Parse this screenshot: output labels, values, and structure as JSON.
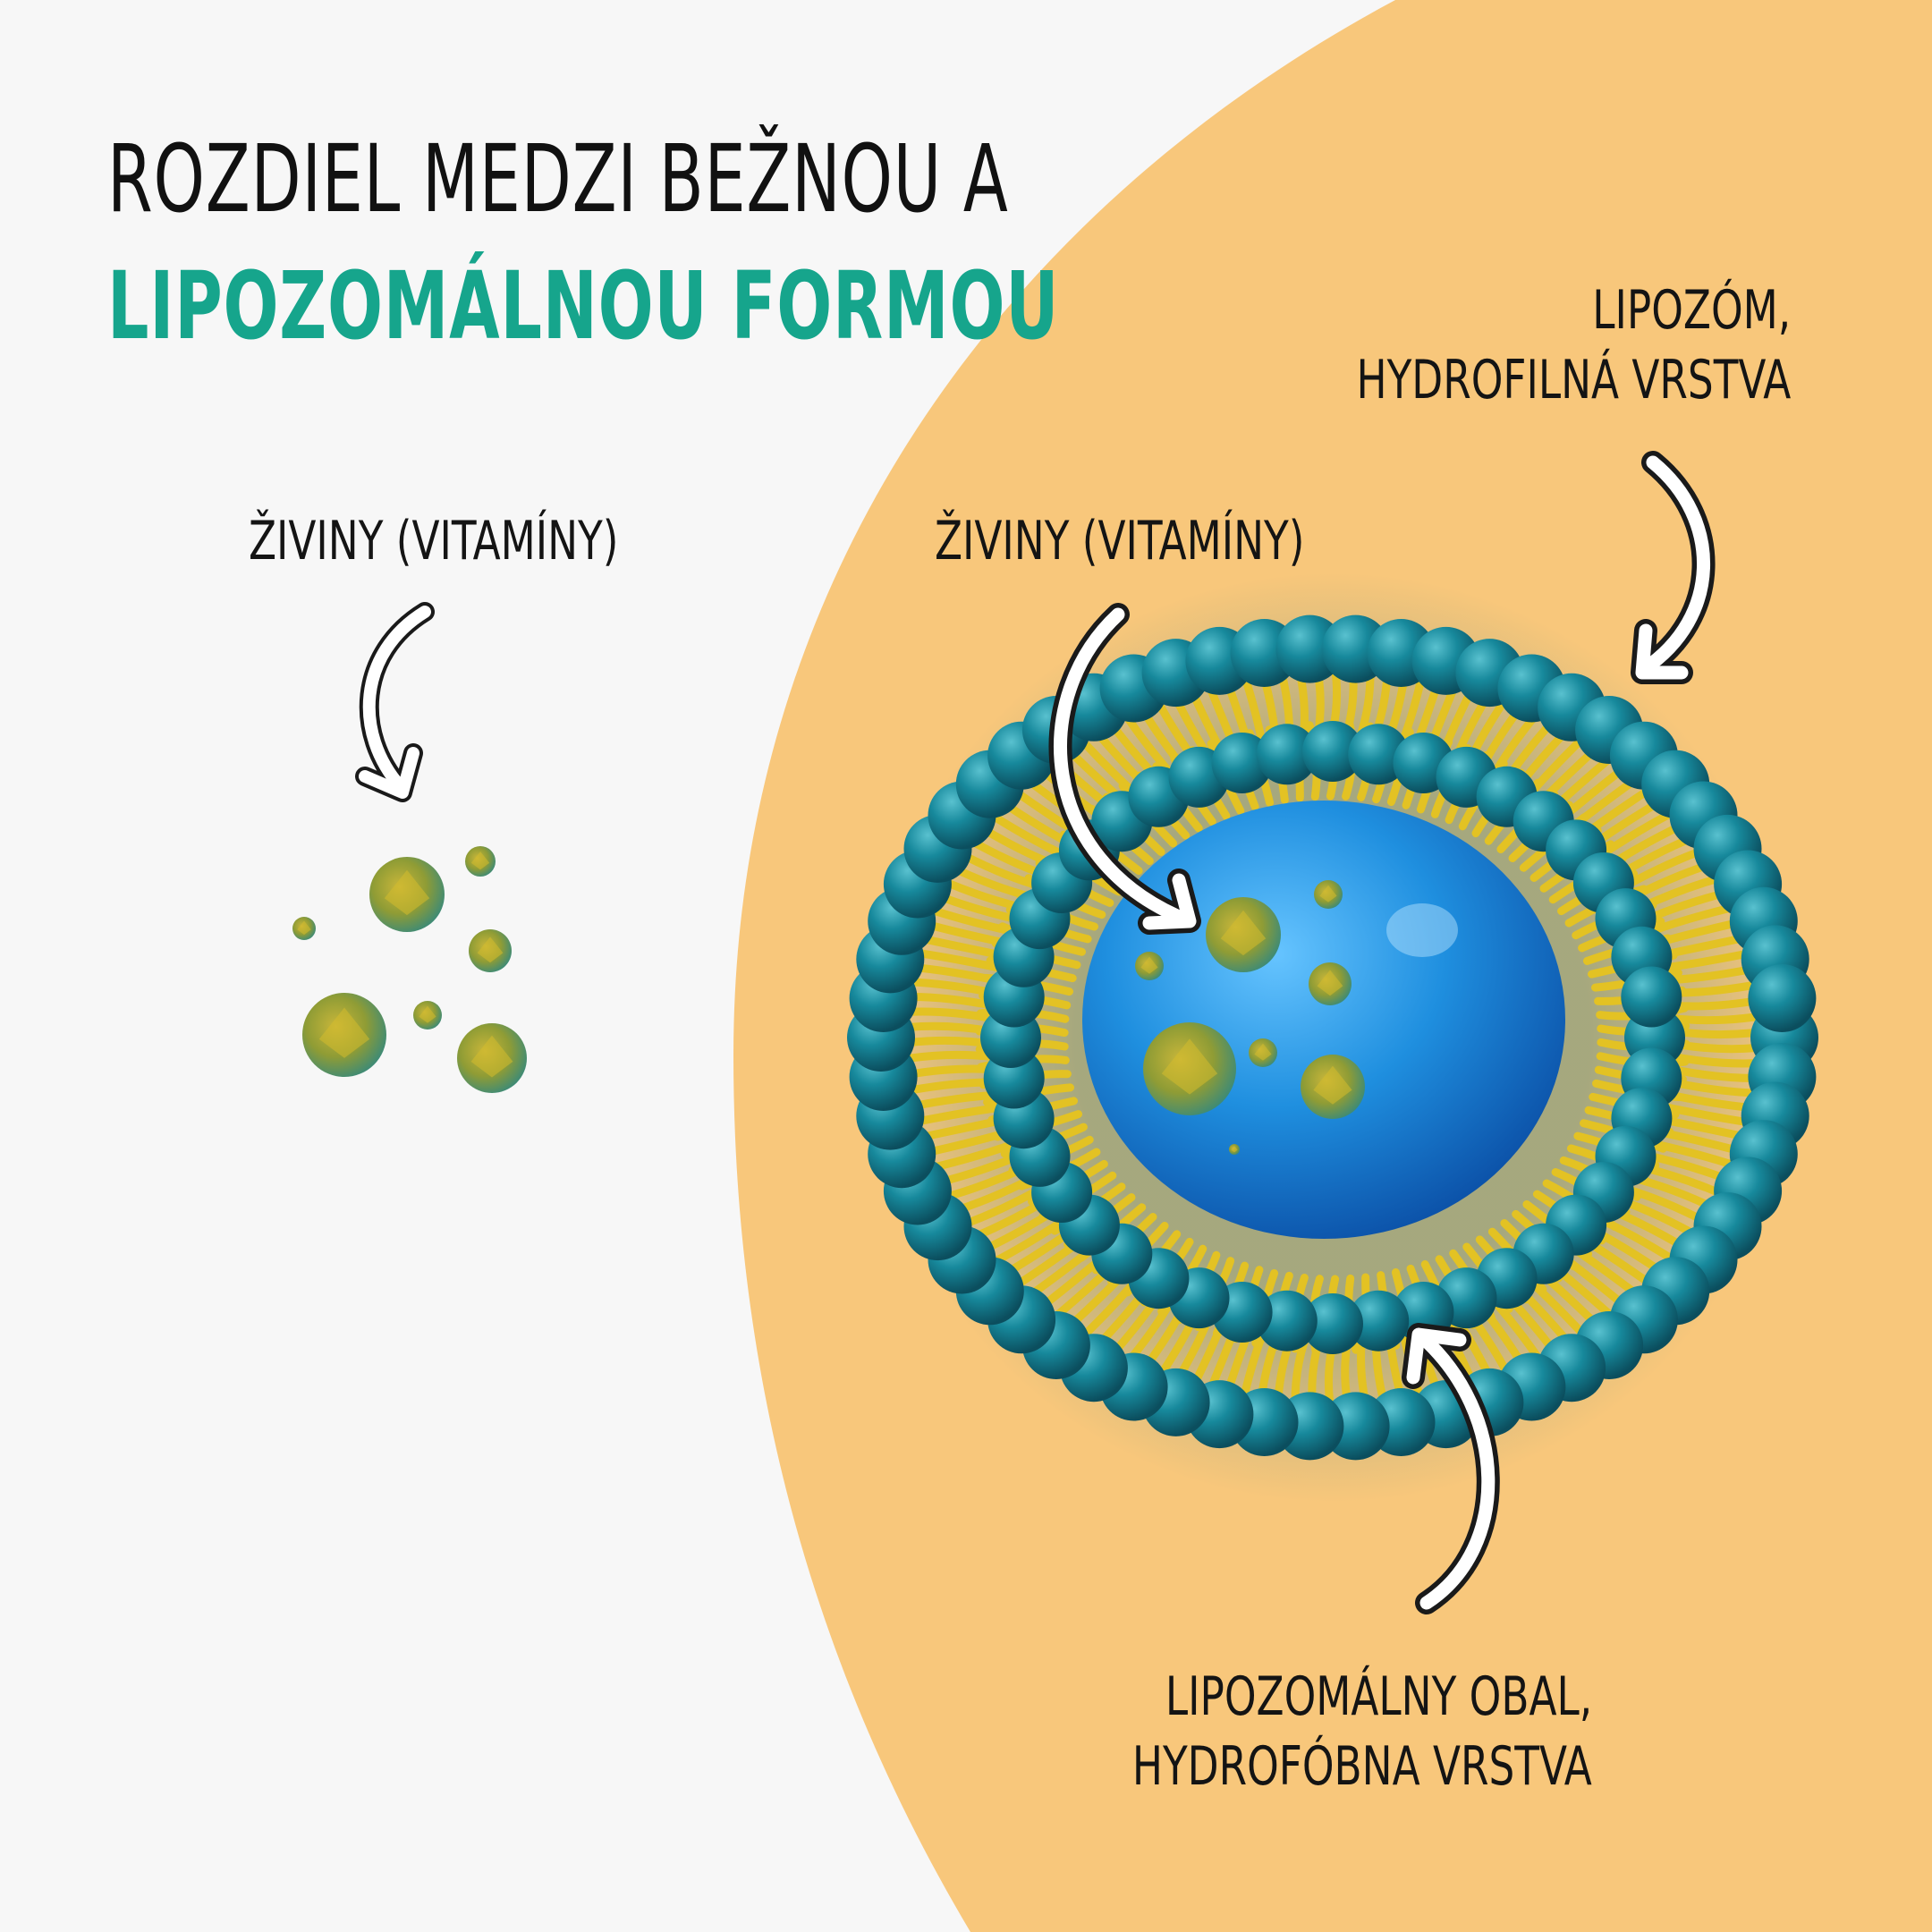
{
  "title": {
    "line1": "ROZDIEL MEDZI BEŽNOU A",
    "line2": "LIPOZOMÁLNOU FORMOU"
  },
  "labels": {
    "free_nutrients": "ŽIVINY (VITAMÍNY)",
    "inner_nutrients": "ŽIVINY (VITAMÍNY)",
    "liposome": [
      "LIPOZÓM,",
      "HYDROFILNÁ VRSTVA"
    ],
    "shell": [
      "LIPOZOMÁLNY OBAL,",
      "HYDROFÓBNA VRSTVA"
    ]
  },
  "colors": {
    "background": "#f7f7f7",
    "orange_panel": "#f8c77b",
    "title_accent": "#16a58c",
    "lipid_head": "#167f92",
    "lipid_tail": "#e3c223",
    "core": "#1f8fdf",
    "nutrient": "#9aa23a",
    "arrow": "#ffffff"
  },
  "icons": [
    "curved-arrow-icon",
    "nutrient-particle-icon",
    "liposome-illustration"
  ]
}
